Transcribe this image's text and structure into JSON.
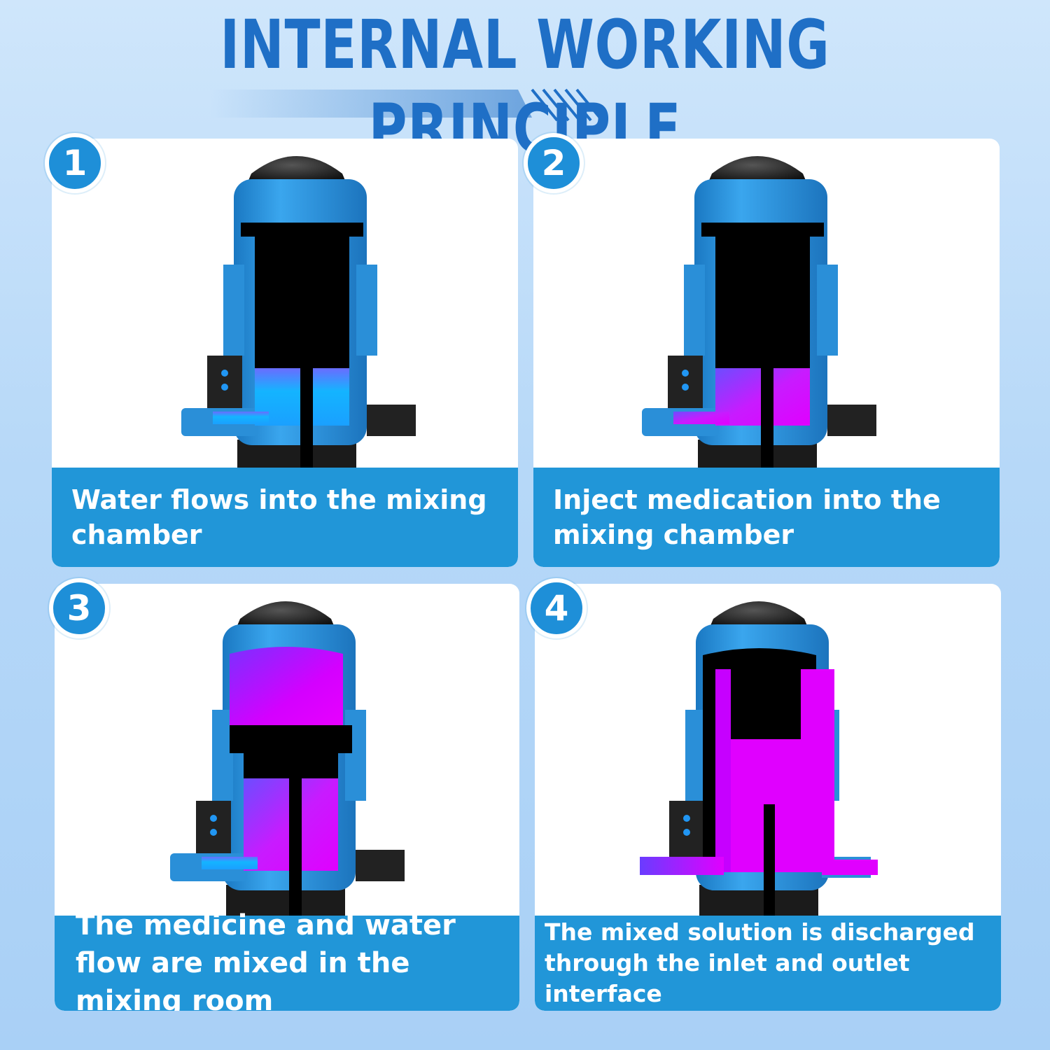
{
  "title": "INTERNAL WORKING PRINCIPLE",
  "colors": {
    "title": "#1f6fc6",
    "caption_bg": "#2196d8",
    "body_blue": "#2f9be6",
    "medicine": "#e000ff",
    "water": "#19b6ff"
  },
  "steps": [
    {
      "number": "1",
      "caption": "Water flows into the mixing chamber",
      "icon": "device-cutaway-water-icon"
    },
    {
      "number": "2",
      "caption": "Inject medication into the mixing chamber",
      "icon": "device-cutaway-injection-icon"
    },
    {
      "number": "3",
      "caption": "The medicine and water flow are mixed in the mixing room",
      "icon": "device-cutaway-mixing-icon"
    },
    {
      "number": "4",
      "caption": "The mixed solution is discharged through the inlet and outlet interface",
      "icon": "device-cutaway-discharge-icon"
    }
  ]
}
